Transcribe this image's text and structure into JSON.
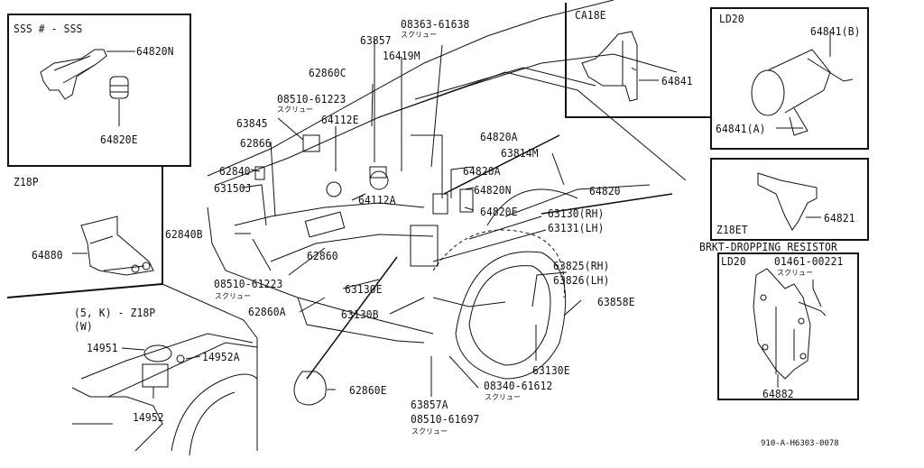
{
  "panels": {
    "sss": {
      "title": "SSS # - SSS",
      "parts": [
        "64820N",
        "64820E"
      ]
    },
    "z18p": {
      "title": "Z18P",
      "parts": [
        "64880"
      ]
    },
    "washer": {
      "title": "(5, K) - Z18P",
      "subtitle": "(W)",
      "parts": [
        "14951",
        "14952A",
        "14952"
      ]
    },
    "ca18e": {
      "title": "CA18E",
      "parts": [
        "64841"
      ]
    },
    "ld20_top": {
      "title": "LD20",
      "parts": [
        "64841(B)",
        "64841(A)"
      ]
    },
    "z18et": {
      "title": "Z18ET",
      "parts": [
        "64821"
      ]
    },
    "bracket_heading": "BRKT-DROPPING RESISTOR",
    "ld20_bottom": {
      "title": "LD20",
      "parts": [
        {
          "code": "01461-00221",
          "note": "スクリュー"
        },
        "64882"
      ]
    }
  },
  "main": {
    "labels": {
      "l63857": "63857",
      "l16419m": "16419M",
      "l08363": "08363-61638",
      "l08363_note": "スクリュー",
      "l62860c": "62860C",
      "l08510a": "08510-61223",
      "l08510a_note": "スクリュー",
      "l63845": "63845",
      "l64112e": "64112E",
      "l62866": "62866",
      "l62840": "62840",
      "l63150j": "63150J",
      "l64112a": "64112A",
      "l64820a1": "64820A",
      "l63814m": "63814M",
      "l64820a2": "64820A",
      "l64820n": "64820N",
      "l64820": "64820",
      "l64820e": "64820E",
      "l63130rh": "63130(RH)",
      "l63131lh": "63131(LH)",
      "l62840b": "62840B",
      "l62860": "62860",
      "l08510b": "08510-61223",
      "l08510b_note": "スクリュー",
      "l63130e1": "63130E",
      "l62860a": "62860A",
      "l63130b": "63130B",
      "l63825rh": "63825(RH)",
      "l63826lh": "63826(LH)",
      "l63858e": "63858E",
      "l63130e2": "63130E",
      "l62860e": "62860E",
      "l08340": "08340-61612",
      "l08340_note": "スクリュー",
      "l63857a": "63857A",
      "l08510c": "08510-61697",
      "l08510c_note": "スクリュー"
    }
  },
  "footer": {
    "drawing_number": "910-A-H6303-0078"
  }
}
